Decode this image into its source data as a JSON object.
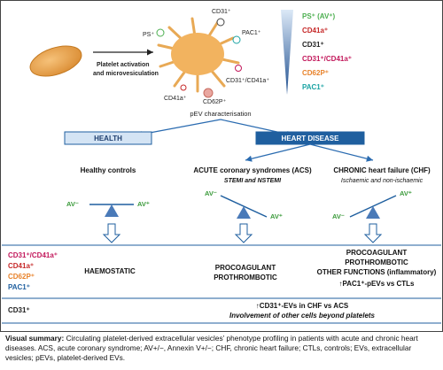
{
  "top": {
    "arrow_caption_1": "Platelet activation",
    "arrow_caption_2": "and microvesiculation",
    "ev_labels": {
      "ps": "PS⁺",
      "cd31": "CD31⁺",
      "pac1": "PAC1⁺",
      "cd31_cd41a": "CD31⁺/CD41a⁺",
      "cd41a": "CD41a⁺",
      "cd62p": "CD62P⁺"
    },
    "legend": [
      {
        "label": "PS⁺ (AV⁺)",
        "color": "#4caf50"
      },
      {
        "label": "CD41a⁺",
        "color": "#c62828"
      },
      {
        "label": "CD31⁺",
        "color": "#222222"
      },
      {
        "label": "CD31⁺/CD41a⁺",
        "color": "#c2185b"
      },
      {
        "label": "CD62P⁺",
        "color": "#e8822a"
      },
      {
        "label": "PAC1⁺",
        "color": "#1aa3a3"
      }
    ]
  },
  "characterisation": "pEV characterisation",
  "groups": {
    "health": "HEALTH",
    "heart_disease": "HEART DISEASE"
  },
  "columns": {
    "healthy": {
      "title": "Healthy controls"
    },
    "acs": {
      "title": "ACUTE coronary syndromes (ACS)",
      "subtitle": "STEMI and NSTEMI"
    },
    "chf": {
      "title": "CHRONIC heart failure (CHF)",
      "subtitle": "Ischaemic and non-ischaemic"
    }
  },
  "balance": {
    "av_minus": "AV⁻",
    "av_plus": "AV⁺"
  },
  "markers_left": [
    {
      "label": "CD31⁺/CD41a⁺",
      "color": "#c2185b"
    },
    {
      "label": "CD41a⁺",
      "color": "#c62828"
    },
    {
      "label": "CD62P⁺",
      "color": "#e8822a"
    },
    {
      "label": "PAC1⁺",
      "color": "#1f5f9f"
    }
  ],
  "results": {
    "healthy": "HAEMOSTATIC",
    "acs_1": "PROCOAGULANT",
    "acs_2": "PROTHROMBOTIC",
    "chf_1": "PROCOAGULANT",
    "chf_2": "PROTHROMBOTIC",
    "chf_3": "OTHER FUNCTIONS (inflammatory)",
    "chf_4": "↑PAC1⁺-pEVs  vs CTLs"
  },
  "cd31_row": {
    "marker": "CD31⁺",
    "line1": "↑CD31⁺-EVs  in CHF vs ACS",
    "line2": "Involvement of other cells beyond platelets"
  },
  "summary": {
    "lead": "Visual summary:",
    "text": " Circulating platelet-derived extracellular vesicles’ phenotype profiling in patients with acute and chronic heart diseases. ACS, acute coronary syndrome; AV+/−,  Annexin V+/−; CHF, chronic heart failure; CTLs, controls; EVs, extracellular vesicles; pEVs, platelet-derived EVs."
  },
  "colors": {
    "blue_dark": "#1f5f9f",
    "blue_light": "#d4e4f4",
    "green": "#3a9a3a",
    "platelet": "#e8a955",
    "activated": "#f2b35f"
  }
}
